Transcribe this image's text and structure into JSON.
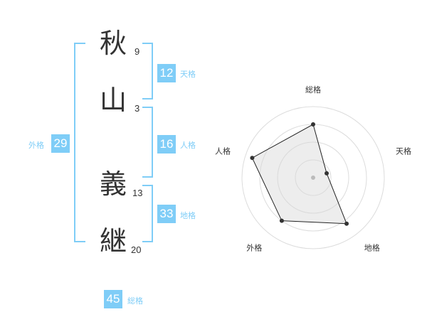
{
  "name": {
    "chars": [
      {
        "char": "秋",
        "strokes": "9"
      },
      {
        "char": "山",
        "strokes": "3"
      },
      {
        "char": "義",
        "strokes": "13"
      },
      {
        "char": "継",
        "strokes": "20"
      }
    ]
  },
  "fortunes": {
    "tenkaku": {
      "value": "12",
      "label": "天格"
    },
    "jinkaku": {
      "value": "16",
      "label": "人格"
    },
    "chikaku": {
      "value": "33",
      "label": "地格"
    },
    "gaikaku": {
      "value": "29",
      "label": "外格"
    },
    "soukaku": {
      "value": "45",
      "label": "総格"
    }
  },
  "colors": {
    "accent": "#7fcdf7",
    "text": "#333333"
  },
  "chart_data": {
    "type": "radar",
    "axes": [
      "総格",
      "天格",
      "地格",
      "外格",
      "人格"
    ],
    "values": [
      0.75,
      0.2,
      0.8,
      0.75,
      0.9
    ],
    "rings": 4,
    "scale": [
      0,
      1
    ]
  }
}
